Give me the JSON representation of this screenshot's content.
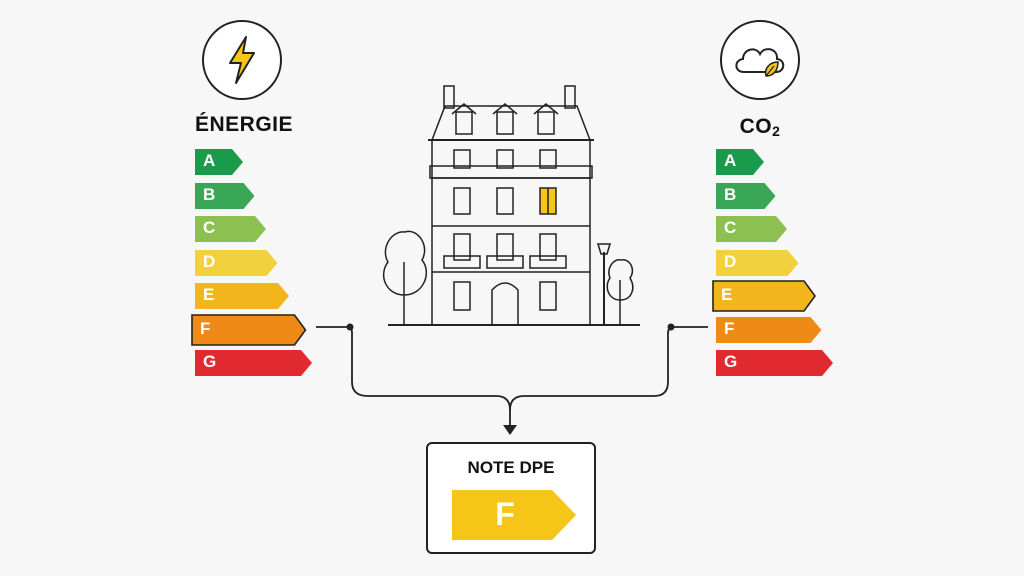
{
  "energy": {
    "title": "ÉNERGIE",
    "icon": "lightning-bolt-icon",
    "selected": "F",
    "classes": [
      {
        "letter": "A",
        "color": "#1a9a4b"
      },
      {
        "letter": "B",
        "color": "#3aa757"
      },
      {
        "letter": "C",
        "color": "#8cc152"
      },
      {
        "letter": "D",
        "color": "#f3d13e"
      },
      {
        "letter": "E",
        "color": "#f2b51c"
      },
      {
        "letter": "F",
        "color": "#ef8a17"
      },
      {
        "letter": "G",
        "color": "#e02a2f"
      }
    ]
  },
  "co2": {
    "title_main": "CO",
    "title_sub": "2",
    "icon": "cloud-leaf-icon",
    "selected": "E",
    "classes": [
      {
        "letter": "A",
        "color": "#1a9a4b"
      },
      {
        "letter": "B",
        "color": "#3aa757"
      },
      {
        "letter": "C",
        "color": "#8cc152"
      },
      {
        "letter": "D",
        "color": "#f3d13e"
      },
      {
        "letter": "E",
        "color": "#f2b51c"
      },
      {
        "letter": "F",
        "color": "#ef8a17"
      },
      {
        "letter": "G",
        "color": "#e02a2f"
      }
    ]
  },
  "result": {
    "title": "NOTE DPE",
    "grade": "F",
    "color": "#f5c518"
  },
  "building": {
    "icon": "apartment-building-illustration"
  }
}
